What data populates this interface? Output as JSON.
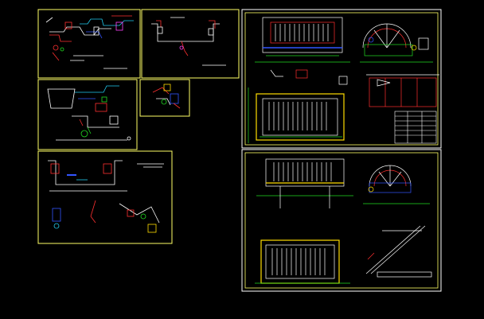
{
  "colors": {
    "background": "#000000",
    "frame": "#ffff66",
    "line": "#ffffff",
    "accent_red": "#ff3030",
    "accent_green": "#22dd22",
    "accent_blue": "#3355ff",
    "accent_cyan": "#22ccee",
    "accent_magenta": "#ff44ff",
    "accent_yellow": "#ffdd00"
  },
  "sheets": [
    {
      "id": "sheet-top-left-1"
    },
    {
      "id": "sheet-top-left-2"
    },
    {
      "id": "sheet-mid-left-1"
    },
    {
      "id": "sheet-mid-left-2"
    },
    {
      "id": "sheet-bottom-left"
    },
    {
      "id": "sheet-right-top"
    },
    {
      "id": "sheet-right-bottom"
    }
  ]
}
